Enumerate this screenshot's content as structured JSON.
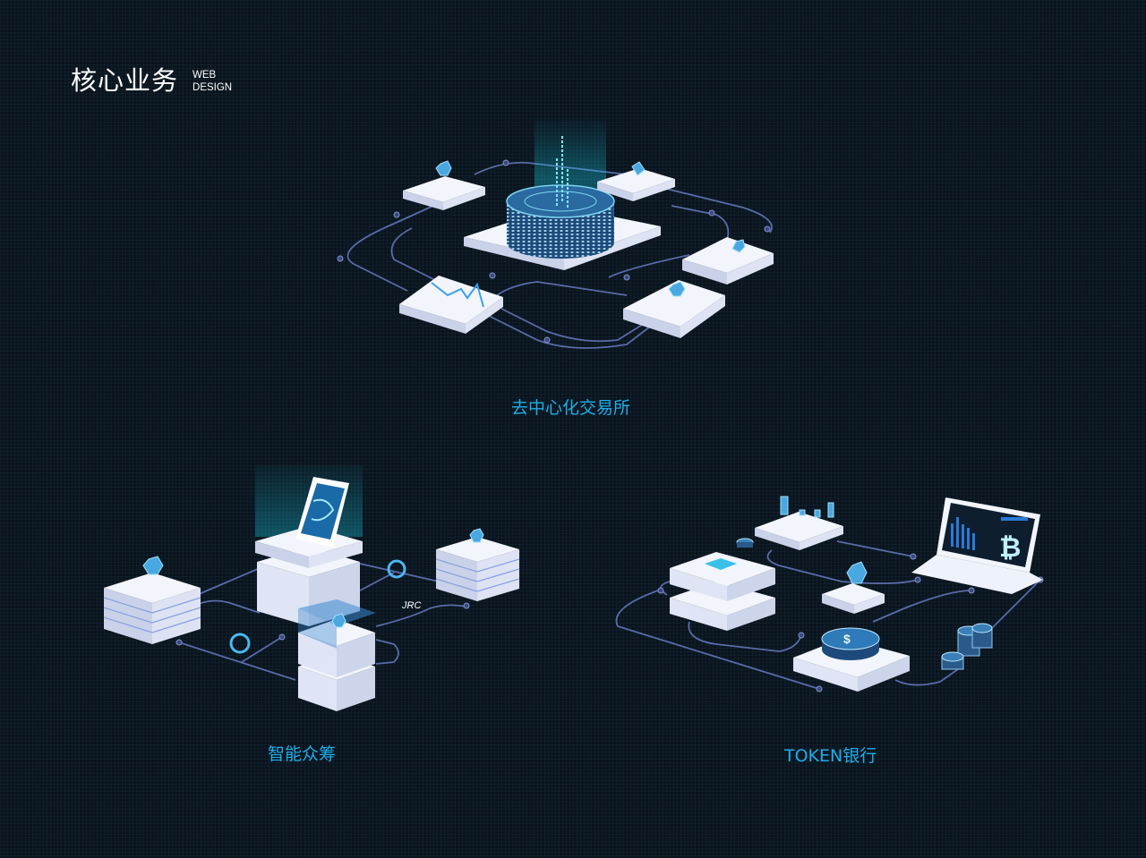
{
  "header": {
    "title": "核心业务",
    "subtitle_line1": "WEB",
    "subtitle_line2": "DESIGN"
  },
  "sections": [
    {
      "id": "exchange",
      "label": "去中心化交易所"
    },
    {
      "id": "crowdfunding",
      "label": "智能众筹",
      "connector_label": "JRC"
    },
    {
      "id": "token-bank",
      "label": "TOKEN银行"
    }
  ],
  "colors": {
    "background": "#0a141d",
    "accent": "#1eaeea",
    "platform": "#eef2fb",
    "line": "#5a6aa8",
    "glow": "#19c8e0"
  }
}
